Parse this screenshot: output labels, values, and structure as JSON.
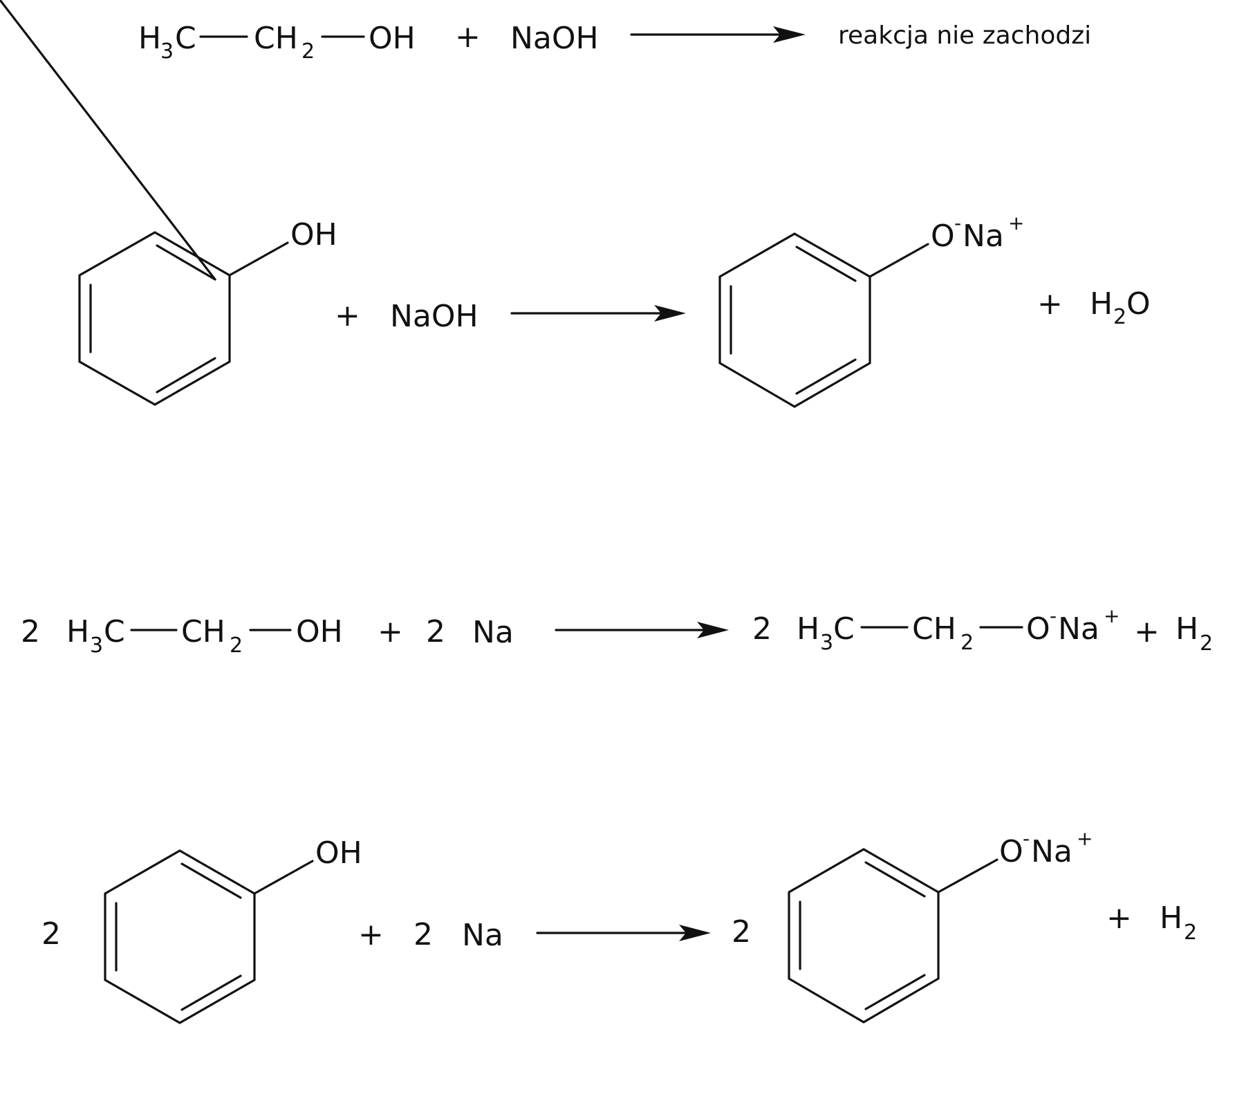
{
  "reactions": [
    {
      "reactants": [
        {
          "type": "ethanol",
          "coef": "",
          "atoms": [
            "H",
            "3",
            "C",
            "CH",
            "2",
            "OH"
          ]
        },
        {
          "type": "text",
          "text": "NaOH"
        }
      ],
      "products": [
        {
          "type": "note",
          "text": "reakcja nie zachodzi"
        }
      ]
    },
    {
      "reactants": [
        {
          "type": "phenol",
          "coef": "",
          "group": "OH"
        },
        {
          "type": "text",
          "text": "NaOH"
        }
      ],
      "products": [
        {
          "type": "phenolate",
          "coef": "",
          "o": "O",
          "charge_neg": "-",
          "na": "Na",
          "charge_pos": "+"
        },
        {
          "type": "formula",
          "base": "H",
          "sub": "2",
          "tail": "O"
        }
      ]
    },
    {
      "reactants": [
        {
          "type": "ethanol",
          "coef": "2",
          "atoms": [
            "H",
            "3",
            "C",
            "CH",
            "2",
            "OH"
          ]
        },
        {
          "type": "text",
          "coef": "2",
          "text": "Na"
        }
      ],
      "products": [
        {
          "type": "ethoxide",
          "coef": "2",
          "atoms": [
            "H",
            "3",
            "C",
            "CH",
            "2",
            "O"
          ],
          "charge_neg": "-",
          "na": "Na",
          "charge_pos": "+"
        },
        {
          "type": "formula",
          "base": "H",
          "sub": "2",
          "tail": ""
        }
      ]
    },
    {
      "reactants": [
        {
          "type": "phenol",
          "coef": "2",
          "group": "OH"
        },
        {
          "type": "text",
          "coef": "2",
          "text": "Na"
        }
      ],
      "products": [
        {
          "type": "phenolate",
          "coef": "2",
          "o": "O",
          "charge_neg": "-",
          "na": "Na",
          "charge_pos": "+"
        },
        {
          "type": "formula",
          "base": "H",
          "sub": "2",
          "tail": ""
        }
      ]
    }
  ],
  "plus_sign": "+"
}
